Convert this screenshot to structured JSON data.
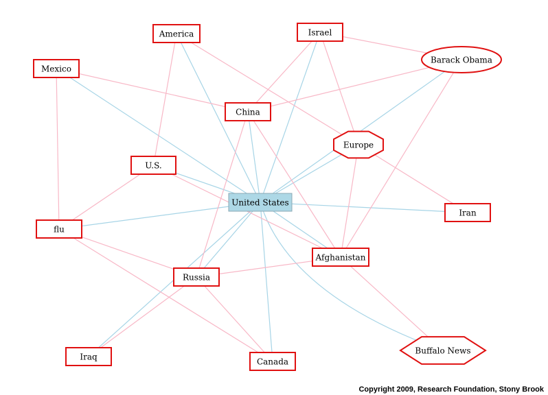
{
  "colors": {
    "outline": "#e01010",
    "hub_fill": "#add8e6",
    "edge_blue": "#a6d4e6",
    "edge_pink": "#f8b7c6",
    "background": "#ffffff"
  },
  "nodes": [
    {
      "id": "us",
      "label": "United States",
      "shape": "box-filled"
    },
    {
      "id": "america",
      "label": "America",
      "shape": "box"
    },
    {
      "id": "israel",
      "label": "Israel",
      "shape": "box"
    },
    {
      "id": "obama",
      "label": "Barack Obama",
      "shape": "ellipse"
    },
    {
      "id": "mexico",
      "label": "Mexico",
      "shape": "box"
    },
    {
      "id": "china",
      "label": "China",
      "shape": "box"
    },
    {
      "id": "europe",
      "label": "Europe",
      "shape": "octagon"
    },
    {
      "id": "us2",
      "label": "U.S.",
      "shape": "box"
    },
    {
      "id": "iran",
      "label": "Iran",
      "shape": "box"
    },
    {
      "id": "flu",
      "label": "flu",
      "shape": "box"
    },
    {
      "id": "afghanistan",
      "label": "Afghanistan",
      "shape": "box"
    },
    {
      "id": "russia",
      "label": "Russia",
      "shape": "box"
    },
    {
      "id": "buffalo",
      "label": "Buffalo News",
      "shape": "hexagon"
    },
    {
      "id": "iraq",
      "label": "Iraq",
      "shape": "box"
    },
    {
      "id": "canada",
      "label": "Canada",
      "shape": "box"
    }
  ],
  "edges": [
    {
      "from": "us",
      "to": "america",
      "color": "blue"
    },
    {
      "from": "us",
      "to": "israel",
      "color": "blue"
    },
    {
      "from": "us",
      "to": "obama",
      "color": "blue"
    },
    {
      "from": "us",
      "to": "mexico",
      "color": "blue"
    },
    {
      "from": "us",
      "to": "china",
      "color": "blue"
    },
    {
      "from": "us",
      "to": "europe",
      "color": "blue"
    },
    {
      "from": "us",
      "to": "us2",
      "color": "blue"
    },
    {
      "from": "us",
      "to": "iran",
      "color": "blue"
    },
    {
      "from": "us",
      "to": "flu",
      "color": "blue"
    },
    {
      "from": "us",
      "to": "afghanistan",
      "color": "blue"
    },
    {
      "from": "us",
      "to": "russia",
      "color": "blue"
    },
    {
      "from": "us",
      "to": "buffalo",
      "color": "blue"
    },
    {
      "from": "us",
      "to": "iraq",
      "color": "blue"
    },
    {
      "from": "us",
      "to": "canada",
      "color": "blue"
    },
    {
      "from": "america",
      "to": "us2",
      "color": "pink"
    },
    {
      "from": "america",
      "to": "europe",
      "color": "pink"
    },
    {
      "from": "israel",
      "to": "obama",
      "color": "pink"
    },
    {
      "from": "israel",
      "to": "china",
      "color": "pink"
    },
    {
      "from": "israel",
      "to": "europe",
      "color": "pink"
    },
    {
      "from": "mexico",
      "to": "china",
      "color": "pink"
    },
    {
      "from": "mexico",
      "to": "flu",
      "color": "pink"
    },
    {
      "from": "china",
      "to": "obama",
      "color": "pink"
    },
    {
      "from": "china",
      "to": "russia",
      "color": "pink"
    },
    {
      "from": "china",
      "to": "afghanistan",
      "color": "pink"
    },
    {
      "from": "obama",
      "to": "afghanistan",
      "color": "pink"
    },
    {
      "from": "europe",
      "to": "iran",
      "color": "pink"
    },
    {
      "from": "europe",
      "to": "afghanistan",
      "color": "pink"
    },
    {
      "from": "us2",
      "to": "flu",
      "color": "pink"
    },
    {
      "from": "us2",
      "to": "afghanistan",
      "color": "pink"
    },
    {
      "from": "flu",
      "to": "russia",
      "color": "pink"
    },
    {
      "from": "flu",
      "to": "canada",
      "color": "pink"
    },
    {
      "from": "afghanistan",
      "to": "russia",
      "color": "pink"
    },
    {
      "from": "afghanistan",
      "to": "buffalo",
      "color": "pink"
    },
    {
      "from": "russia",
      "to": "iraq",
      "color": "pink"
    },
    {
      "from": "russia",
      "to": "canada",
      "color": "pink"
    }
  ],
  "footer": {
    "copyright": "Copyright 2009, Research Foundation, Stony Brook"
  }
}
